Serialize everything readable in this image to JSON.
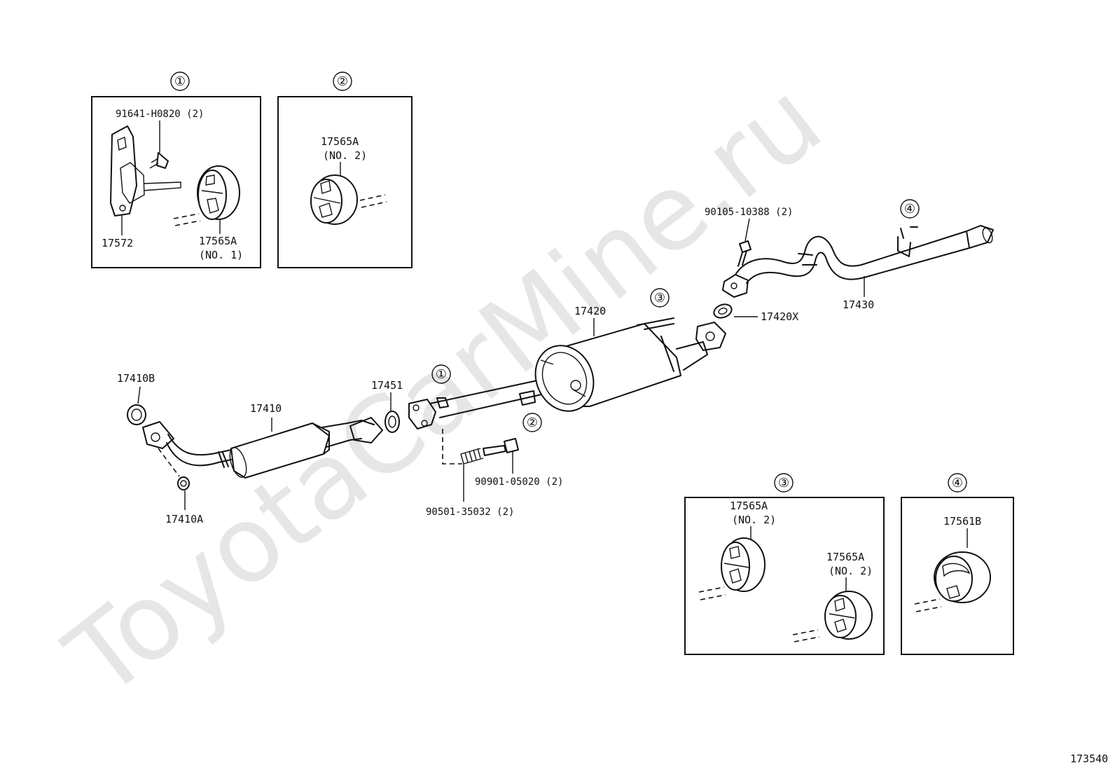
{
  "watermark": "ToyotaCarMine.ru",
  "diagram_id": "173540",
  "callouts": {
    "c1": "①",
    "c2": "②",
    "c3": "③",
    "c4": "④"
  },
  "detail_box_1": {
    "bolt": "91641-H0820 (2)",
    "bracket": "17572",
    "hanger_part": "17565A",
    "hanger_note": "(NO. 1)"
  },
  "detail_box_2": {
    "hanger_part": "17565A",
    "hanger_note": "(NO. 2)"
  },
  "detail_box_3": {
    "hanger_a_part": "17565A",
    "hanger_a_note": "(NO. 2)",
    "hanger_b_part": "17565A",
    "hanger_b_note": "(NO. 2)"
  },
  "detail_box_4": {
    "hanger_part": "17561B"
  },
  "main": {
    "gasket_front": "17410B",
    "front_pipe": "17410",
    "nut": "17410A",
    "gasket_center": "17451",
    "bolt_center": "90901-05020 (2)",
    "spring": "90501-35032 (2)",
    "center_pipe_muffler": "17420",
    "gasket_tail": "17420X",
    "bolt_tail": "90105-10388 (2)",
    "tail_pipe": "17430"
  }
}
